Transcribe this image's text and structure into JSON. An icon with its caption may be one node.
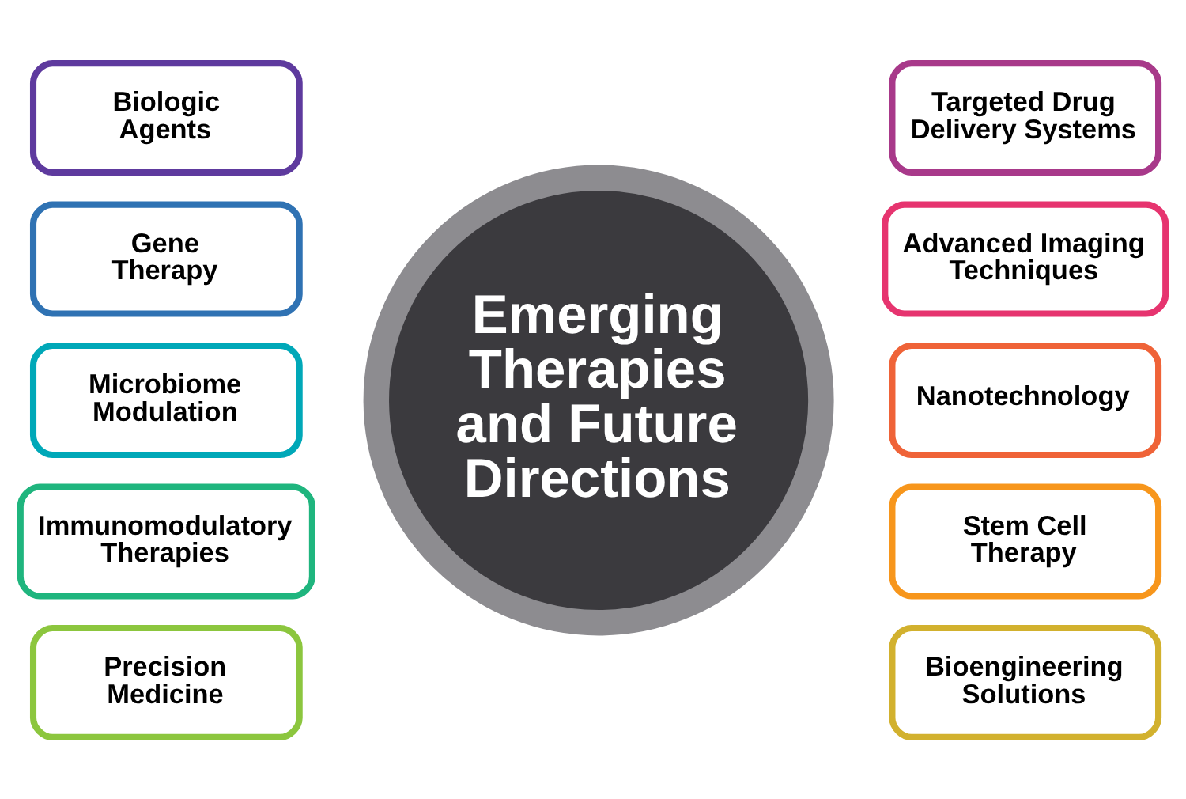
{
  "diagram": {
    "nodes": [
      {
        "text": [
          "Emerging Therapies and Future Directions"
        ]
      },
      {
        "text": [
          "Biologic Agents"
        ]
      },
      {
        "text": [
          "Targeted Drug Delivery Systems"
        ]
      },
      {
        "text": [
          "Gene Therapy"
        ]
      },
      {
        "text": [
          "Advanced Imaging Techniques"
        ]
      },
      {
        "text": [
          "Microbiome Modulation"
        ]
      },
      {
        "text": [
          "Nanotechnology"
        ]
      },
      {
        "text": [
          "Immunomodulatory Therapies"
        ]
      },
      {
        "text": [
          "Stem Cell Therapy"
        ]
      },
      {
        "text": [
          "Precision Medicine"
        ]
      },
      {
        "text": [
          "Bioengineering Solutions"
        ]
      }
    ]
  }
}
